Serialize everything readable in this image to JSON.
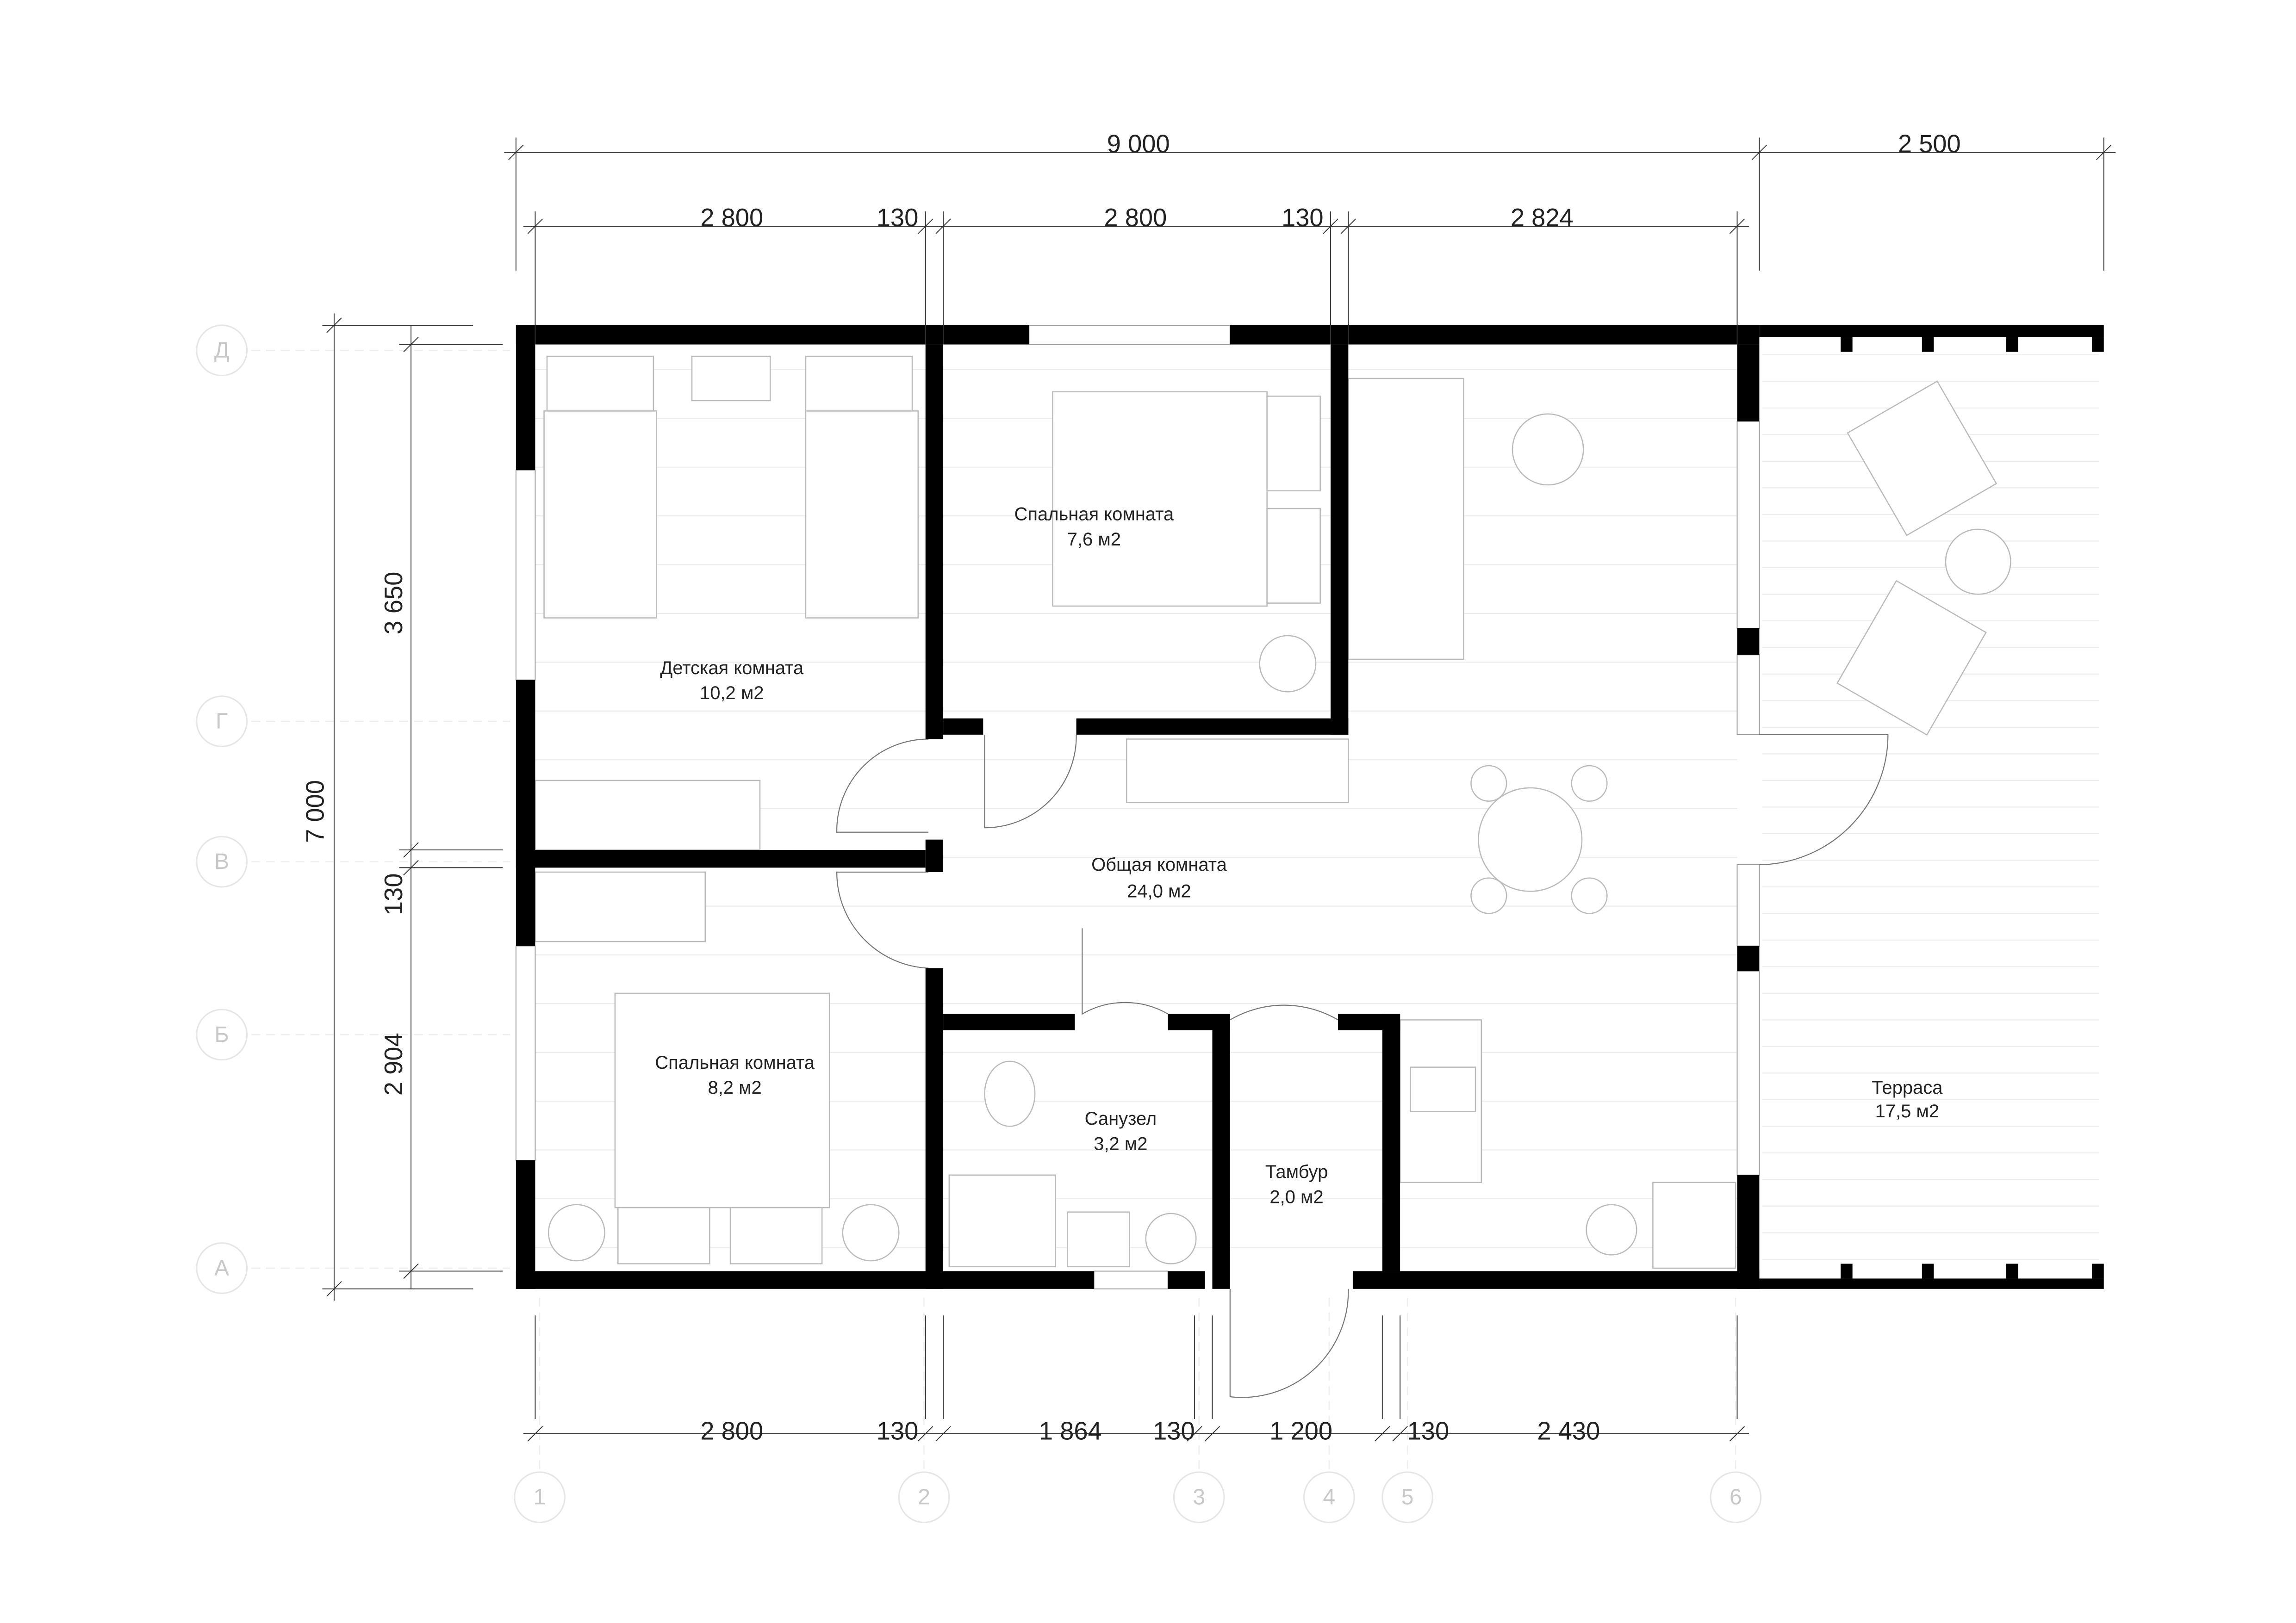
{
  "dimensions": {
    "top_overall": [
      "9 000",
      "2 500"
    ],
    "top_detail": [
      "2 800",
      "130",
      "2 800",
      "130",
      "2 824"
    ],
    "bottom_detail": [
      "2 800",
      "130",
      "1 864",
      "130",
      "1 200",
      "130",
      "2 430"
    ],
    "left_detail": [
      "3 650",
      "130",
      "2 904"
    ],
    "left_overall": "7 000"
  },
  "axes": {
    "rows": [
      "Д",
      "Г",
      "В",
      "Б",
      "А"
    ],
    "columns": [
      "1",
      "2",
      "3",
      "4",
      "5",
      "6"
    ]
  },
  "rooms": [
    {
      "name": "Детская комната",
      "area": "10,2 м2"
    },
    {
      "name": "Спальная комната",
      "area": "7,6 м2"
    },
    {
      "name": "Общая комната",
      "area": "24,0 м2"
    },
    {
      "name": "Спальная комната",
      "area": "8,2 м2"
    },
    {
      "name": "Санузел",
      "area": "3,2 м2"
    },
    {
      "name": "Тамбур",
      "area": "2,0 м2"
    },
    {
      "name": "Терраса",
      "area": "17,5 м2"
    }
  ]
}
